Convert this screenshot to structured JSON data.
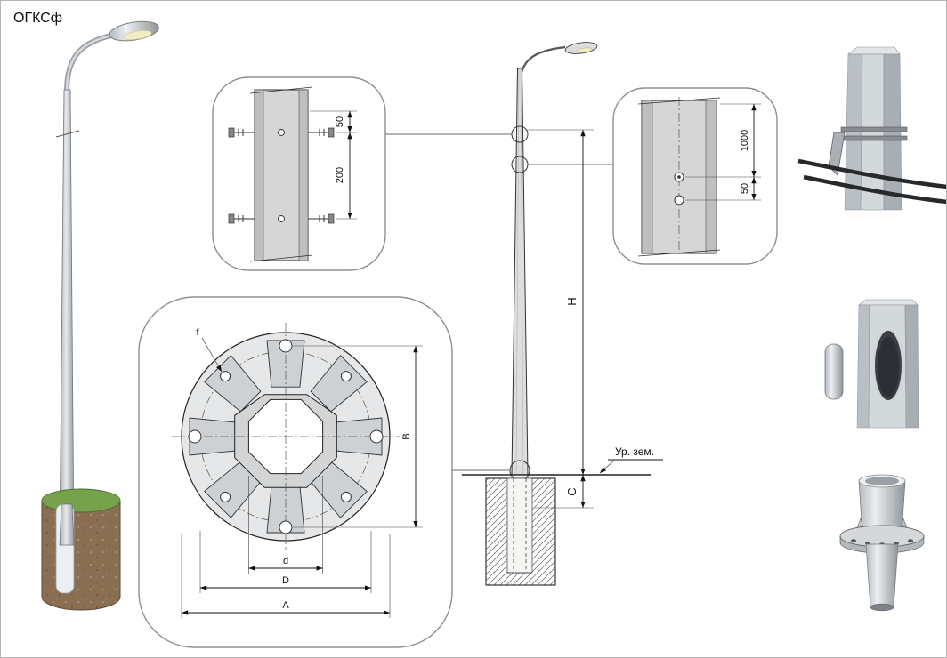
{
  "title": "ОГКСф",
  "clamp_detail": {
    "dim_offset": "50",
    "dim_spacing": "200"
  },
  "hole_detail": {
    "dim_height": "1000",
    "dim_offset": "50"
  },
  "flange_plan": {
    "hole_label": "f",
    "dim_span": "B",
    "dim_hole": "d",
    "dim_bolt_circle": "D",
    "dim_outer": "A"
  },
  "elevation": {
    "dim_height": "H",
    "dim_base": "C",
    "ground_label": "Ур. зем."
  },
  "colors": {
    "metal_light": "#e8eaec",
    "metal_mid": "#c2c7cb",
    "metal_dark": "#9aa0a5",
    "soil_brown": "#8a6e52",
    "grass_green": "#76a24c",
    "line": "#111111"
  }
}
